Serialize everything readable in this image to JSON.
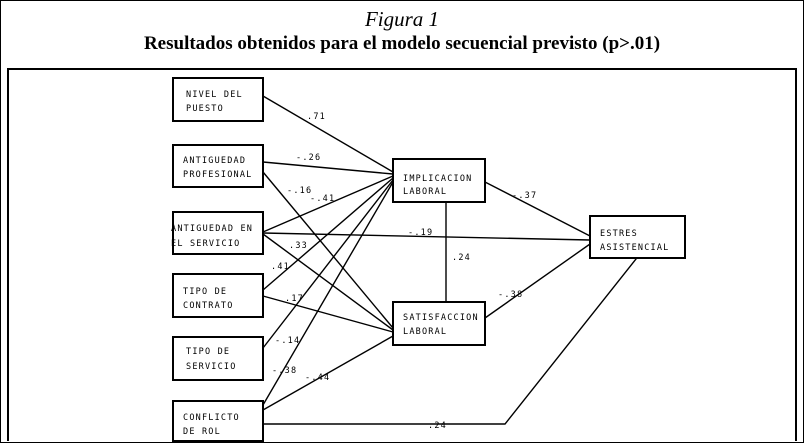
{
  "figure": {
    "label": "Figura 1",
    "title": "Resultados obtenidos para el modelo secuencial previsto (p>.01)"
  },
  "nodes": {
    "nivel": [
      "NIVEL DEL",
      "PUESTO"
    ],
    "antig_prof": [
      "ANTIGUEDAD",
      "PROFESIONAL"
    ],
    "antig_serv": [
      "ANTIGUEDAD EN",
      "EL SERVICIO"
    ],
    "tipo_contrato": [
      "TIPO DE",
      "CONTRATO"
    ],
    "tipo_servicio": [
      "TIPO DE",
      "SERVICIO"
    ],
    "conflicto": [
      "CONFLICTO",
      "DE ROL"
    ],
    "implicacion": [
      "IMPLICACION",
      "LABORAL"
    ],
    "satisfaccion": [
      "SATISFACCION",
      "LABORAL"
    ],
    "estres": [
      "ESTRES",
      "ASISTENCIAL"
    ]
  },
  "edges": {
    "nivel_impl": ".71",
    "prof_impl": "-.26",
    "prof_sat": "-.16",
    "serv_impl": "-.41",
    "serv_estres": "-.19",
    "serv_sat": ".33",
    "contrato_impl": ".41",
    "contrato_sat": ".17",
    "servicio_impl": "-.14",
    "conflicto_impl": "-.38",
    "conflicto_sat": "-.44",
    "conflicto_estres": ".24",
    "impl_estres": "-.37",
    "impl_sat": ".24",
    "sat_estres": "-.38"
  }
}
